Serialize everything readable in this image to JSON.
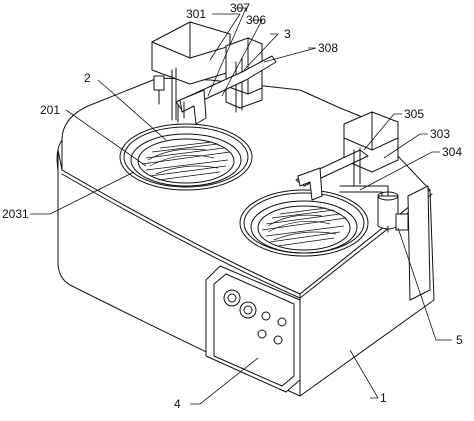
{
  "figure": {
    "labels": {
      "l301": "301",
      "l307": "307",
      "l306": "306",
      "l3": "3",
      "l308": "308",
      "l2": "2",
      "l201": "201",
      "l2031": "2031",
      "l305": "305",
      "l303": "303",
      "l304": "304",
      "l5": "5",
      "l4": "4",
      "l1": "1"
    }
  }
}
